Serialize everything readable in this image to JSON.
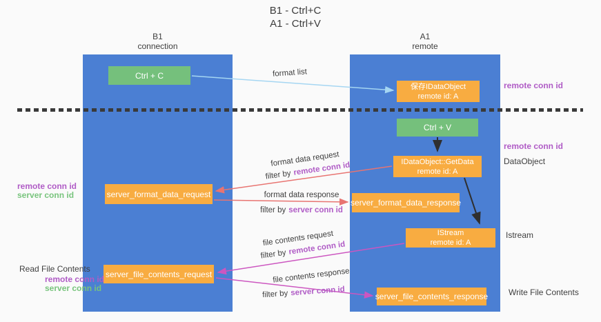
{
  "title": {
    "line1": "B1 - Ctrl+C",
    "line2": "A1 - Ctrl+V"
  },
  "columns": {
    "left": {
      "name": "B1",
      "subtitle": "connection"
    },
    "right": {
      "name": "A1",
      "subtitle": "remote"
    }
  },
  "boxes": {
    "ctrl_c": "Ctrl + C",
    "ctrl_v": "Ctrl + V",
    "save_dataobject": {
      "line1": "保存IDataObject",
      "line2": "remote id: A"
    },
    "getdata": {
      "line1": "IDataObject::GetData",
      "line2": "remote id: A"
    },
    "istream": {
      "line1": "IStream",
      "line2": "remote id: A"
    },
    "server_format_data_request": "server_format_data_request",
    "server_format_data_response": "server_format_data_response",
    "server_file_contents_request": "server_file_contents_request",
    "server_file_contents_response": "server_file_contents_response"
  },
  "edge_labels": {
    "format_list": "format list",
    "format_data_request": "format data request",
    "format_data_response": "format data response",
    "file_contents_request": "file contents request",
    "file_contents_response": "file contents response",
    "filter_by": "filter by"
  },
  "side_labels": {
    "remote_conn_id": "remote conn id",
    "server_conn_id": "server conn id",
    "dataobject": "DataObject",
    "istream": "Istream",
    "read_file_contents": "Read File Contents",
    "write_file_contents": "Write File Contents"
  },
  "colors": {
    "column_blue": "#4b7fd3",
    "box_green": "#75c07c",
    "box_orange": "#f8ac41",
    "arrow_light_blue": "#a5d6f2",
    "arrow_red": "#e87471",
    "arrow_magenta": "#cc56c0",
    "arrow_black": "#2f2f2f",
    "label_purple": "#b05cc6",
    "label_green": "#78c47d",
    "dashed_line": "#3a3a3a"
  }
}
